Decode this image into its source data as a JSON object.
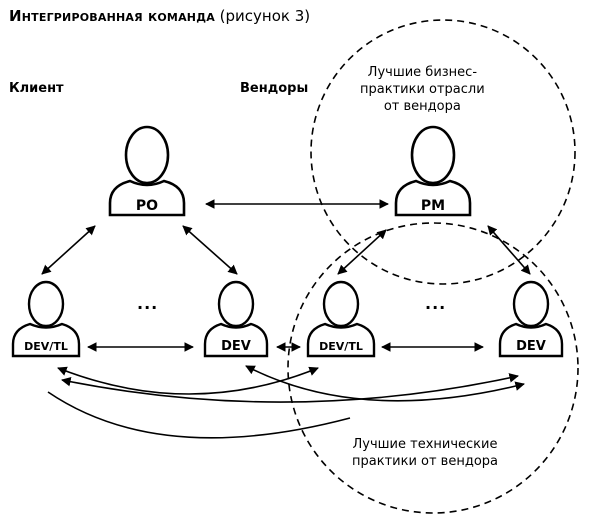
{
  "title": {
    "bold": "Интегрированная команда",
    "normal": " (рисунок 3)"
  },
  "labels": {
    "client": "Клиент",
    "vendors": "Вендоры"
  },
  "notes": {
    "business": [
      "Лучшие бизнес-",
      "практики отрасли",
      "от вендора"
    ],
    "technical": [
      "Лучшие технические",
      "практики от вендора"
    ]
  },
  "ellipsis": "...",
  "people": {
    "po": "PO",
    "pm": "PM",
    "client_dev_tl": "DEV/TL",
    "client_dev": "DEV",
    "vendor_dev_tl": "DEV/TL",
    "vendor_dev": "DEV"
  },
  "colors": {
    "line": "#000000",
    "background": "#ffffff"
  }
}
